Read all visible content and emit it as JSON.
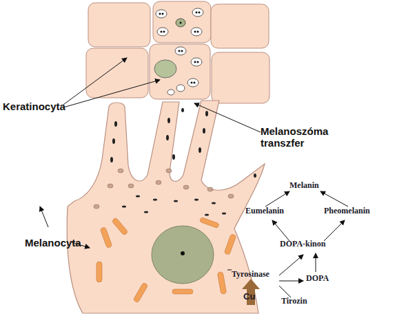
{
  "diagram": {
    "labels": [
      "Keratinocyta",
      "Melanoszóma transzfer",
      "Melanocyta",
      "Melanin",
      "Eumelanin",
      "Pheomelanin",
      "DOPA-kinon",
      "Tyrosinase",
      "DOPA",
      "Tirozin",
      "Cu"
    ]
  }
}
